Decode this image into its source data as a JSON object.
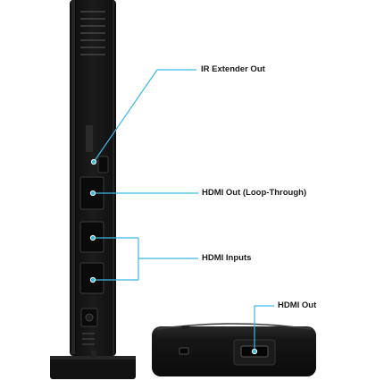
{
  "labels": {
    "ir_extender_out": "IR Extender Out",
    "hdmi_out_loop": "HDMI Out (Loop-Through)",
    "hdmi_inputs": "HDMI Inputs",
    "hdmi_out": "HDMI Out"
  },
  "colors": {
    "leader_line": "#3bb8e6",
    "device_body": "#141414",
    "device_edge": "#2a2a2a",
    "port": "#2b2b2b",
    "background": "#ffffff"
  },
  "icons": {
    "port_dot": "cyan-dot"
  }
}
